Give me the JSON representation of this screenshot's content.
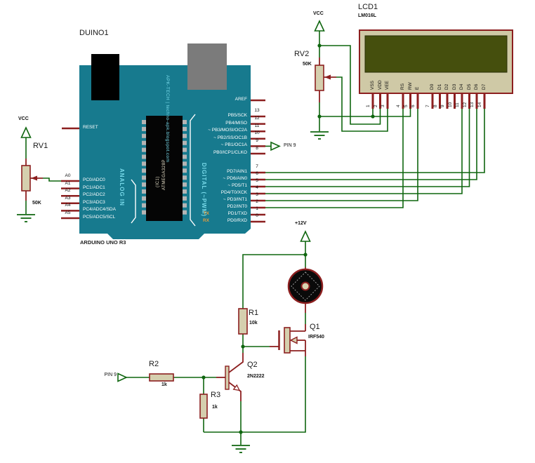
{
  "arduino": {
    "title": "DUINO1",
    "subtitle": "ARDUINO UNO R3",
    "brand": "APK-TECH | techno-apk.blogspot.com",
    "chip": {
      "line1": "(IC1)",
      "line2": "ATMEGA328P"
    },
    "reset": "RESET",
    "aref": "AREF",
    "analog_header": "ANALOG IN",
    "digital_header": "DIGITAL (~PWM)",
    "tx": "TX",
    "rx": "RX",
    "right_upper": [
      {
        "num": "13",
        "name": "PB5/SCK"
      },
      {
        "num": "12",
        "name": "PB4/MISO"
      },
      {
        "num": "11",
        "name": "~ PB3/MOSI/OC2A"
      },
      {
        "num": "10",
        "name": "~ PB2/SS/OC1B"
      },
      {
        "num": "9",
        "name": "~ PB1/OC1A"
      },
      {
        "num": "8",
        "name": "PB0/ICP1/CLKO"
      }
    ],
    "right_lower": [
      {
        "num": "7",
        "name": "PD7/AIN1"
      },
      {
        "num": "6",
        "name": "~ PD6/AIN0"
      },
      {
        "num": "5",
        "name": "~ PD5/T1"
      },
      {
        "num": "4",
        "name": "PD4/T0/XCK"
      },
      {
        "num": "3",
        "name": "~ PD3/INT1"
      },
      {
        "num": "2",
        "name": "PD2/INT0"
      },
      {
        "num": "1",
        "name": "PD1/TXD"
      },
      {
        "num": "0",
        "name": "PD0/RXD"
      }
    ],
    "left_pins": [
      {
        "ext": "A0",
        "name": "PC0/ADC0"
      },
      {
        "ext": "A1",
        "name": "PC1/ADC1"
      },
      {
        "ext": "A2",
        "name": "PC2/ADC2"
      },
      {
        "ext": "A3",
        "name": "PC3/ADC3"
      },
      {
        "ext": "A4",
        "name": "PC4/ADC4/SDA"
      },
      {
        "ext": "A5",
        "name": "PC5/ADC5/SCL"
      }
    ]
  },
  "lcd": {
    "ref": "LCD1",
    "part": "LM016L",
    "pins": [
      {
        "num": "1",
        "name": "VSS"
      },
      {
        "num": "2",
        "name": "VDD"
      },
      {
        "num": "3",
        "name": "VEE"
      },
      {
        "num": "4",
        "name": "RS"
      },
      {
        "num": "5",
        "name": "RW"
      },
      {
        "num": "6",
        "name": "E"
      },
      {
        "num": "7",
        "name": "D0"
      },
      {
        "num": "8",
        "name": "D1"
      },
      {
        "num": "9",
        "name": "D2"
      },
      {
        "num": "10",
        "name": "D3"
      },
      {
        "num": "11",
        "name": "D4"
      },
      {
        "num": "12",
        "name": "D5"
      },
      {
        "num": "13",
        "name": "D6"
      },
      {
        "num": "14",
        "name": "D7"
      }
    ]
  },
  "components": {
    "rv1": {
      "ref": "RV1",
      "value": "50K"
    },
    "rv2": {
      "ref": "RV2",
      "value": "50K"
    },
    "r1": {
      "ref": "R1",
      "value": "10k"
    },
    "r2": {
      "ref": "R2",
      "value": "1k"
    },
    "r3": {
      "ref": "R3",
      "value": "1k"
    },
    "q1": {
      "ref": "Q1",
      "part": "IRF540"
    },
    "q2": {
      "ref": "Q2",
      "part": "2N2222"
    }
  },
  "power": {
    "vcc": "VCC",
    "plus12": "+12V",
    "pin9": "PIN 9"
  },
  "colors": {
    "wire_green": "#0f660f",
    "component_red": "#8c1f1f",
    "board_teal": "#177a8e",
    "silk_cyan": "#76d8e8",
    "body_beige": "#d5cfae",
    "lcd_screen": "#454f0d",
    "lcd_body": "#cfc9a6",
    "txrx_orange": "#e39b3d"
  }
}
